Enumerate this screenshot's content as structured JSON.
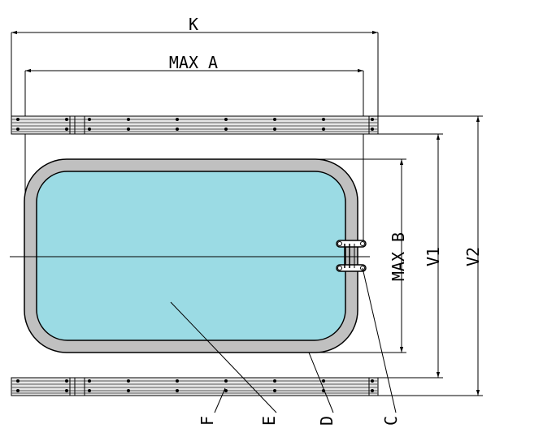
{
  "labels": {
    "k": "K",
    "max_a": "MAX A",
    "max_b": "MAX B",
    "v1": "V1",
    "v2": "V2",
    "f": "F",
    "e": "E",
    "d": "D",
    "c": "C"
  },
  "colors": {
    "glass": "#9bdbe4",
    "frame": "#c0c0c0",
    "rail_dark": "#555555",
    "line": "#000000"
  }
}
